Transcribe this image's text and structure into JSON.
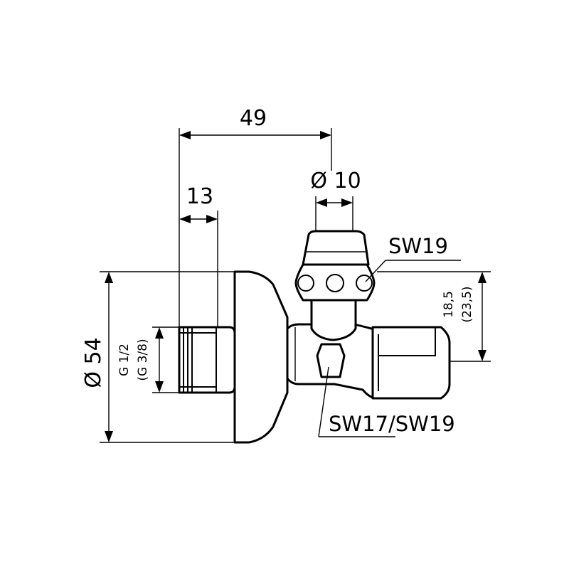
{
  "diagram": {
    "colors": {
      "ink": "#000000",
      "paper": "#ffffff"
    },
    "dimensions": {
      "overall_length": "49",
      "thread_length": "13",
      "outlet_diameter": "Ø 10",
      "flange_diameter": "Ø 54",
      "thread_size": "G 1/2",
      "thread_size_alt": "(G 3/8)",
      "outlet_height": "18,5",
      "outlet_height_alt": "(23,5)"
    },
    "callouts": {
      "head_wrench_size": "SW19",
      "body_wrench_size": "SW17/SW19"
    }
  }
}
